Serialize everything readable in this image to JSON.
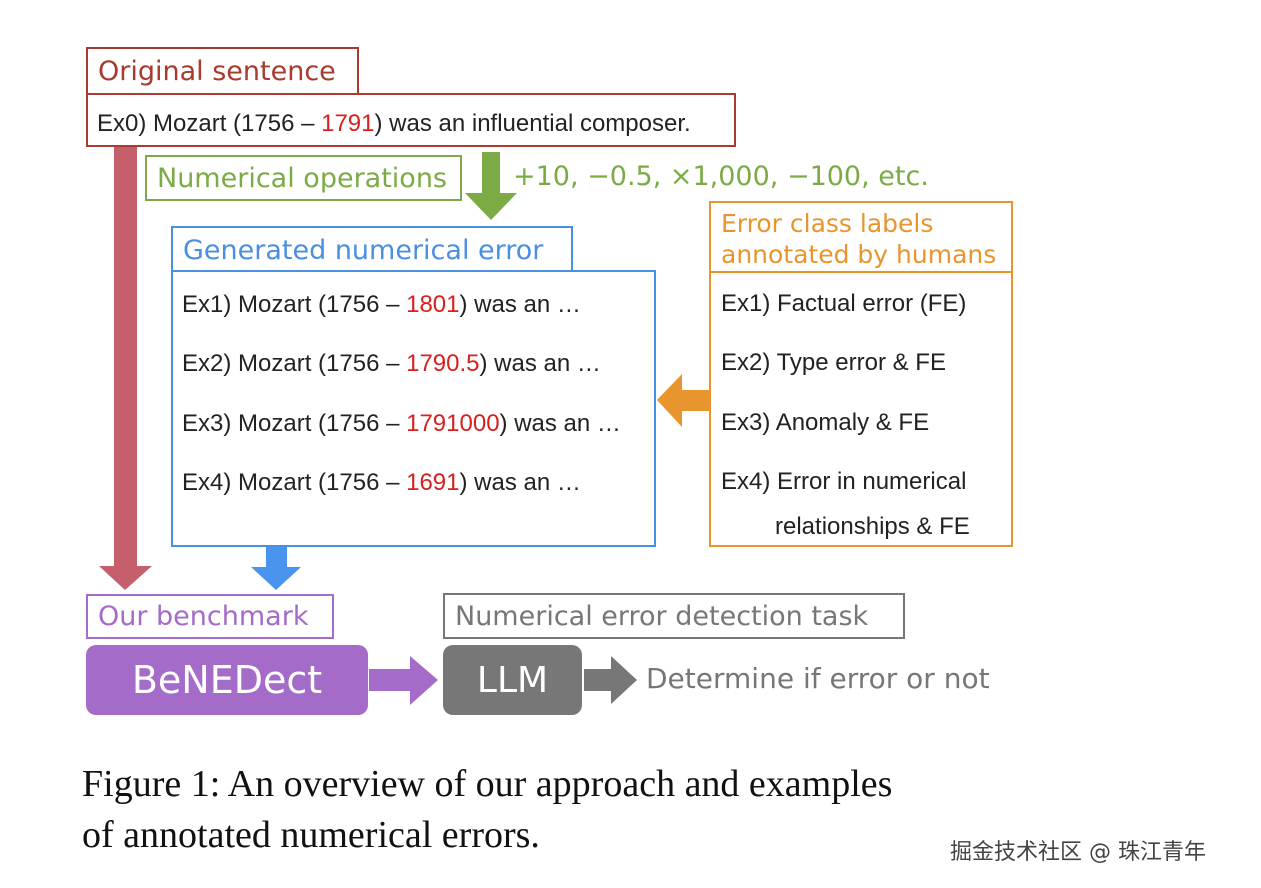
{
  "original": {
    "label": "Original sentence",
    "sentence": {
      "pre": "Ex0) Mozart (1756 – ",
      "hl": "1791",
      "post": ") was an influential composer."
    }
  },
  "numops": {
    "label": "Numerical operations",
    "ops": "+10, −0.5, ×1,000, −100, etc."
  },
  "generated": {
    "label": "Generated numerical error",
    "rows": [
      {
        "pre": "Ex1) Mozart (1756 – ",
        "hl": "1801",
        "post": ") was an …"
      },
      {
        "pre": "Ex2) Mozart (1756 – ",
        "hl": "1790.5",
        "post": ") was an …"
      },
      {
        "pre": "Ex3) Mozart (1756 – ",
        "hl": "1791000",
        "post": ") was an …"
      },
      {
        "pre": "Ex4) Mozart (1756 – ",
        "hl": "1691",
        "post": ") was an …"
      }
    ]
  },
  "labels": {
    "header_line1": "Error class labels",
    "header_line2": "annotated by humans",
    "rows": [
      "Ex1) Factual error (FE)",
      "Ex2) Type error & FE",
      "Ex3) Anomaly & FE",
      "Ex4) Error in numerical"
    ],
    "row4_cont": "relationships & FE"
  },
  "benchmark": {
    "label": "Our benchmark",
    "name": "BeNEDect"
  },
  "task": {
    "label": "Numerical error detection task",
    "model": "LLM",
    "output": "Determine if error or not"
  },
  "caption": {
    "line1": "Figure 1: An overview of our approach and examples",
    "line2": "of annotated numerical errors."
  },
  "watermark": "掘金技术社区 @ 珠江青年",
  "colors": {
    "red": "#a83a2e",
    "green": "#7cab46",
    "blue": "#4a8fe0",
    "orange": "#e8952e",
    "purple": "#a56bc8",
    "gray": "#777777",
    "highlight": "#d8201e"
  }
}
